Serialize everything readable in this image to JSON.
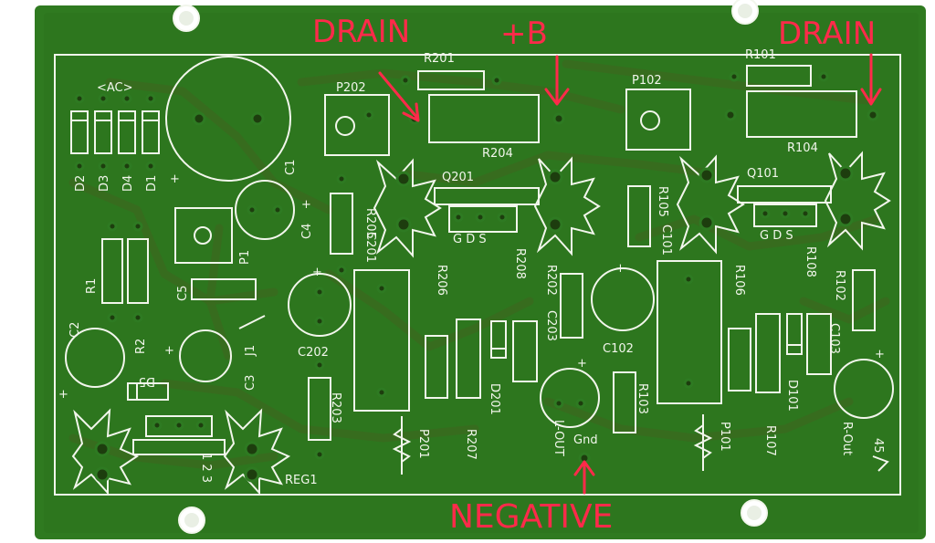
{
  "board": {
    "labels": {
      "ac": "<AC>",
      "d2": "D2",
      "d3": "D3",
      "d4": "D4",
      "d1": "D1",
      "c1": "C1",
      "c2": "C2",
      "c3": "C3",
      "c4": "C4",
      "c5": "C5",
      "p1": "P1",
      "r1": "R1",
      "r2": "R2",
      "d5": "D5",
      "j1": "J1",
      "reg1": "REG1",
      "reg_pins": "1 2 3",
      "p202": "P202",
      "r201": "R201",
      "r204": "R204",
      "r205": "R205",
      "q201": "Q201",
      "c201": "C201",
      "c202": "C202",
      "r203": "R203",
      "r206": "R206",
      "r207": "R207",
      "r208": "R208",
      "d201": "D201",
      "p201": "P201",
      "r202": "R202",
      "c203": "C203",
      "l_out": "L-OUT",
      "gnd": "Gnd",
      "p102": "P102",
      "r101": "R101",
      "r104": "R104",
      "r105": "R105",
      "q101": "Q101",
      "c101": "C101",
      "c102": "C102",
      "r103": "R103",
      "p101": "P101",
      "r106": "R106",
      "r107": "R107",
      "d101": "D101",
      "r108": "R108",
      "c103": "C103",
      "r102": "R102",
      "r_out": "R-Out",
      "version": "45",
      "gds_2": "G D S",
      "gds_1": "G D S",
      "plus": "+"
    }
  },
  "annotations": {
    "drain_left": "DRAIN",
    "plus_b": "+B",
    "drain_right": "DRAIN",
    "negative": "NEGATIVE"
  },
  "colors": {
    "board": "#2f7a20",
    "board_edge": "#28661a",
    "annotation": "#ff2a4a"
  }
}
